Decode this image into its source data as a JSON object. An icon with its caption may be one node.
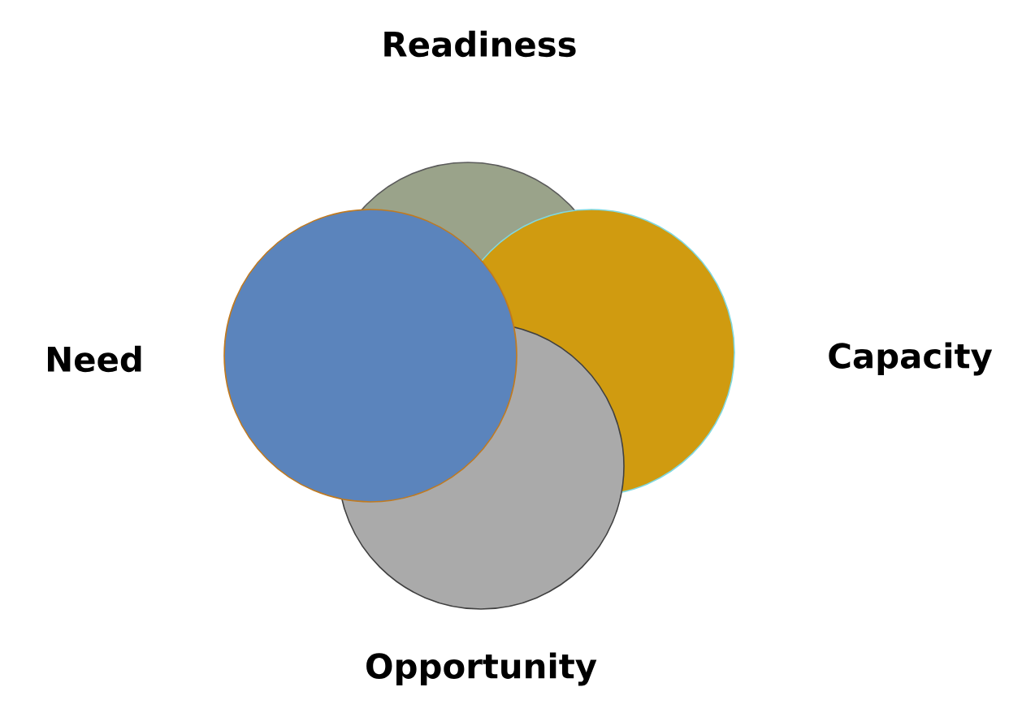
{
  "diagram": {
    "nodes": [
      {
        "text": [
          "Readiness"
        ]
      },
      {
        "text": [
          "Need"
        ]
      },
      {
        "text": [
          "Capacity"
        ]
      },
      {
        "text": [
          "Opportunity"
        ]
      }
    ]
  }
}
